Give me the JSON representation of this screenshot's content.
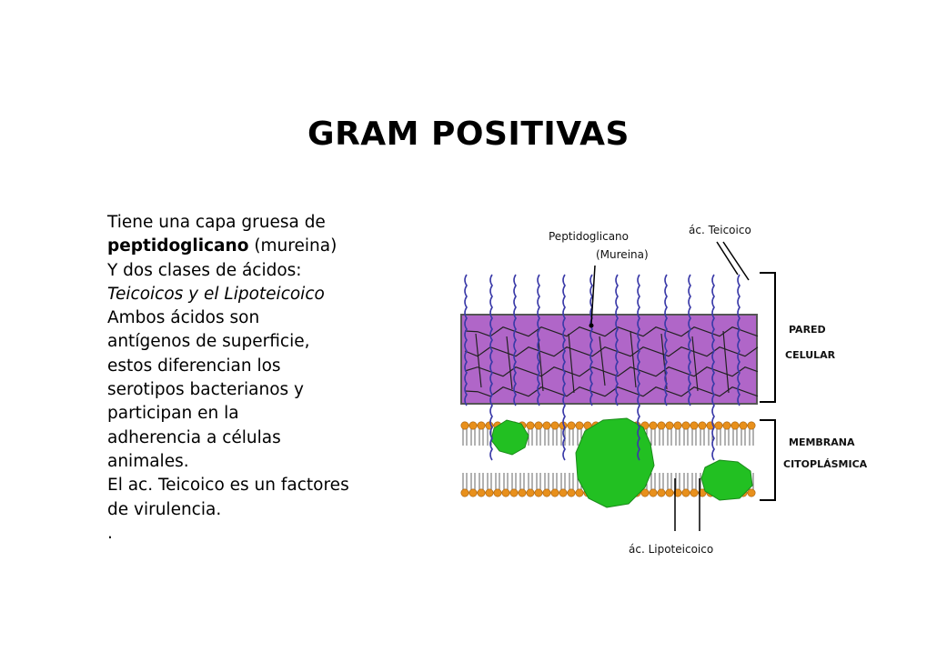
{
  "slide": {
    "title": "GRAM POSITIVAS",
    "lines": {
      "l1": "Tiene una capa gruesa de",
      "l2_bold": "peptidoglicano",
      "l2_rest": " (mureina)",
      "l3": "Y dos clases de ácidos:",
      "l4_italic": "Teicoicos y el Lipoteicoico",
      "l5": "Ambos ácidos son",
      "l6": "antígenos de superficie,",
      "l7": "estos diferencian los",
      "l8": "serotipos bacterianos y",
      "l9": "participan en la",
      "l10": "adherencia a células",
      "l11": "animales.",
      "l12": "El ac. Teicoico es un factores",
      "l13": "de virulencia.",
      "l14": "."
    }
  },
  "diagram": {
    "labels": {
      "peptidoglicano": "Peptidoglicano",
      "mureina": "(Mureina)",
      "teicoico": "ác. Teicoico",
      "pared_1": "PARED",
      "pared_2": "CELULAR",
      "membrana_1": "MEMBRANA",
      "membrana_2": "CITOPLÁSMICA",
      "lipoteicoico": "ác. Lipoteicoico"
    },
    "colors": {
      "peptidoglycan_layer": "#b066c8",
      "lipid_head": "#e8901c",
      "protein": "#22c022",
      "acid_strand": "#3a3aa8"
    }
  }
}
